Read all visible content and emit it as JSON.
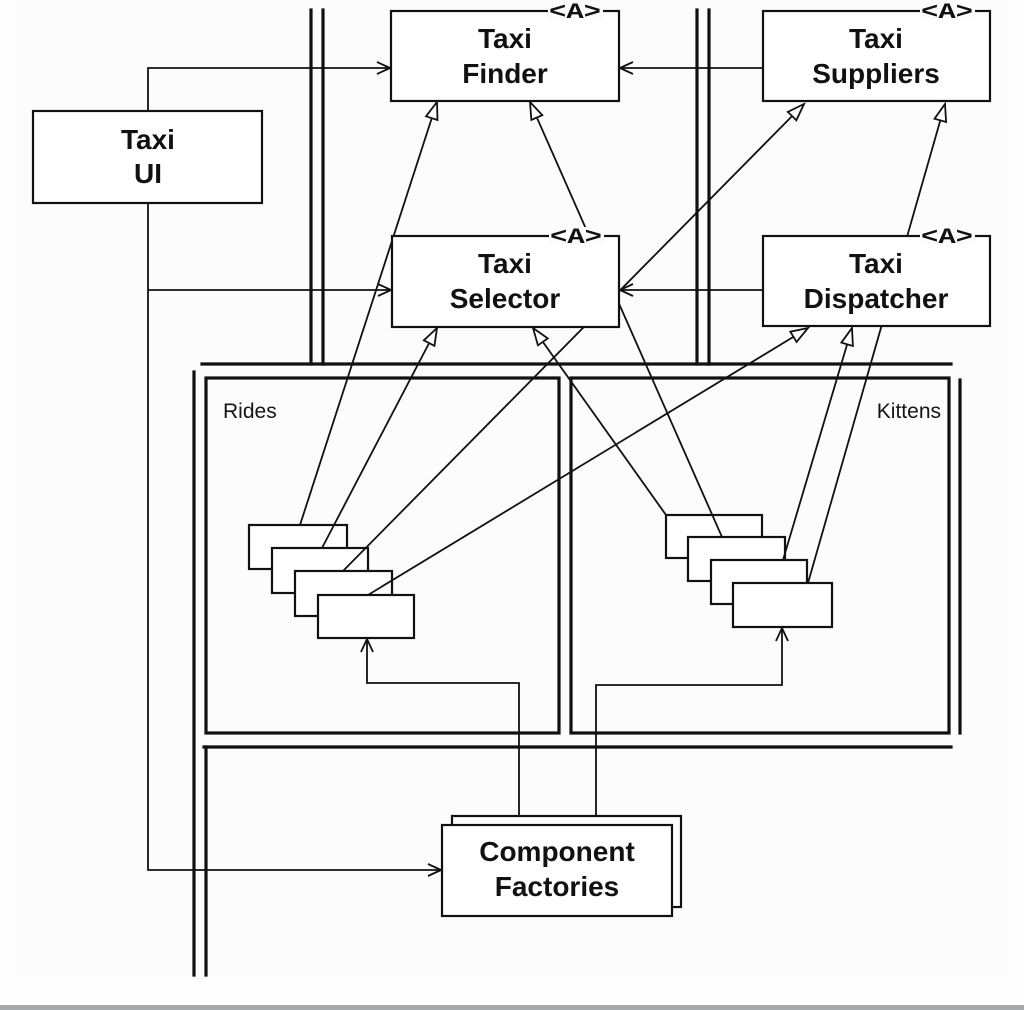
{
  "diagram": {
    "components": {
      "taxi_ui": {
        "line1": "Taxi",
        "line2": "UI"
      },
      "taxi_finder": {
        "line1": "Taxi",
        "line2": "Finder",
        "stereotype": "<A>"
      },
      "taxi_suppliers": {
        "line1": "Taxi",
        "line2": "Suppliers",
        "stereotype": "<A>"
      },
      "taxi_selector": {
        "line1": "Taxi",
        "line2": "Selector",
        "stereotype": "<A>"
      },
      "taxi_dispatcher": {
        "line1": "Taxi",
        "line2": "Dispatcher",
        "stereotype": "<A>"
      },
      "component_factories": {
        "line1": "Component",
        "line2": "Factories"
      }
    },
    "regions": {
      "rides": {
        "label": "Rides",
        "component_count": 4
      },
      "kittens": {
        "label": "Kittens",
        "component_count": 4
      }
    },
    "relationships": [
      {
        "from": "Taxi UI",
        "to": "Taxi Finder",
        "type": "uses"
      },
      {
        "from": "Taxi UI",
        "to": "Taxi Selector",
        "type": "uses"
      },
      {
        "from": "Taxi UI",
        "to": "Component Factories",
        "type": "uses"
      },
      {
        "from": "Taxi Suppliers",
        "to": "Taxi Finder",
        "type": "uses"
      },
      {
        "from": "Taxi Dispatcher",
        "to": "Taxi Selector",
        "type": "uses"
      },
      {
        "from": "Component Factories",
        "to": "Rides components",
        "type": "creates"
      },
      {
        "from": "Component Factories",
        "to": "Kittens components",
        "type": "creates"
      },
      {
        "from": "Rides component 1",
        "to": "Taxi Finder",
        "type": "implements"
      },
      {
        "from": "Rides component 2",
        "to": "Taxi Selector",
        "type": "implements"
      },
      {
        "from": "Rides component 3",
        "to": "Taxi Suppliers",
        "type": "implements"
      },
      {
        "from": "Rides component 4",
        "to": "Taxi Dispatcher",
        "type": "implements"
      },
      {
        "from": "Kittens component 1",
        "to": "Taxi Selector",
        "type": "implements"
      },
      {
        "from": "Kittens component 2",
        "to": "Taxi Finder",
        "type": "implements"
      },
      {
        "from": "Kittens component 3",
        "to": "Taxi Dispatcher",
        "type": "implements"
      },
      {
        "from": "Kittens component 4",
        "to": "Taxi Suppliers",
        "type": "implements"
      }
    ]
  }
}
